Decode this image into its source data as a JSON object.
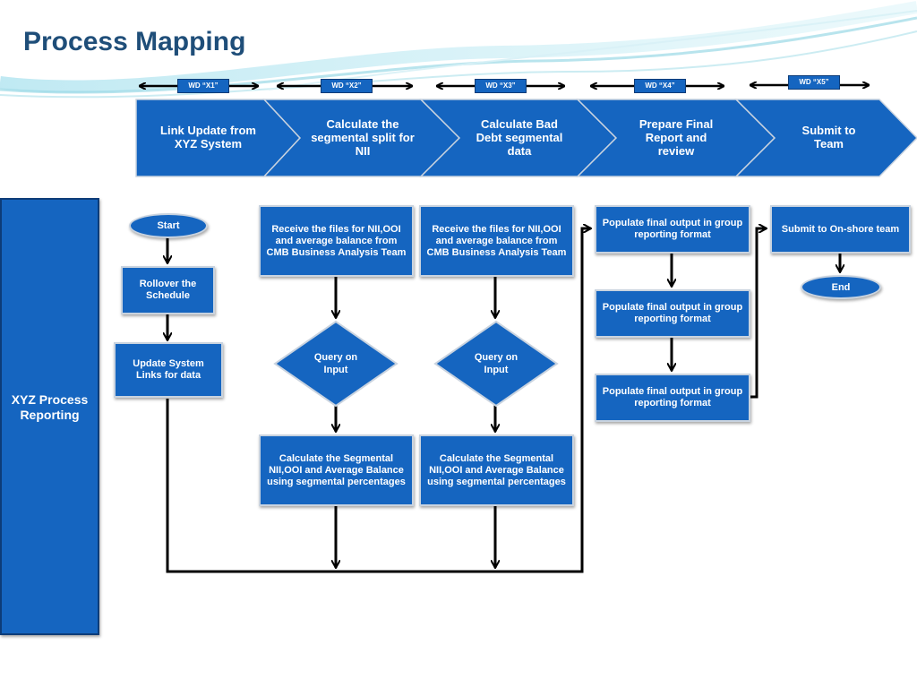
{
  "title": "Process Mapping",
  "timeline": [
    {
      "wd": "WD “X1”",
      "step": "Link Update from XYZ  System"
    },
    {
      "wd": "WD “X2”",
      "step": "Calculate the segmental split for NII"
    },
    {
      "wd": "WD “X3”",
      "step": "Calculate Bad Debt segmental data"
    },
    {
      "wd": "WD “X4”",
      "step": "Prepare Final Report and review"
    },
    {
      "wd": "WD “X5”",
      "step": "Submit to Team"
    }
  ],
  "lane": {
    "label": "XYZ Process Reporting"
  },
  "flow": {
    "start": "Start",
    "rollover": "Rollover the Schedule",
    "update_links": "Update  System Links  for data",
    "receive_1": "Receive the files for NII,OOI and average balance from CMB Business Analysis Team",
    "receive_2": "Receive the files for NII,OOI and average balance from CMB Business Analysis Team",
    "query_1": "Query on Input",
    "query_2": "Query on Input",
    "calc_1": "Calculate the Segmental NII,OOI and Average Balance using segmental percentages",
    "calc_2": "Calculate the Segmental NII,OOI and Average Balance using segmental percentages",
    "populate_1": "Populate final output in group reporting format",
    "populate_2": "Populate final output in group reporting format",
    "populate_3": "Populate final output in group reporting format",
    "submit": "Submit to On-shore team",
    "end": "End"
  },
  "colors": {
    "box_fill": "#1565c0",
    "title": "#1f4e79",
    "connector": "#000000"
  }
}
